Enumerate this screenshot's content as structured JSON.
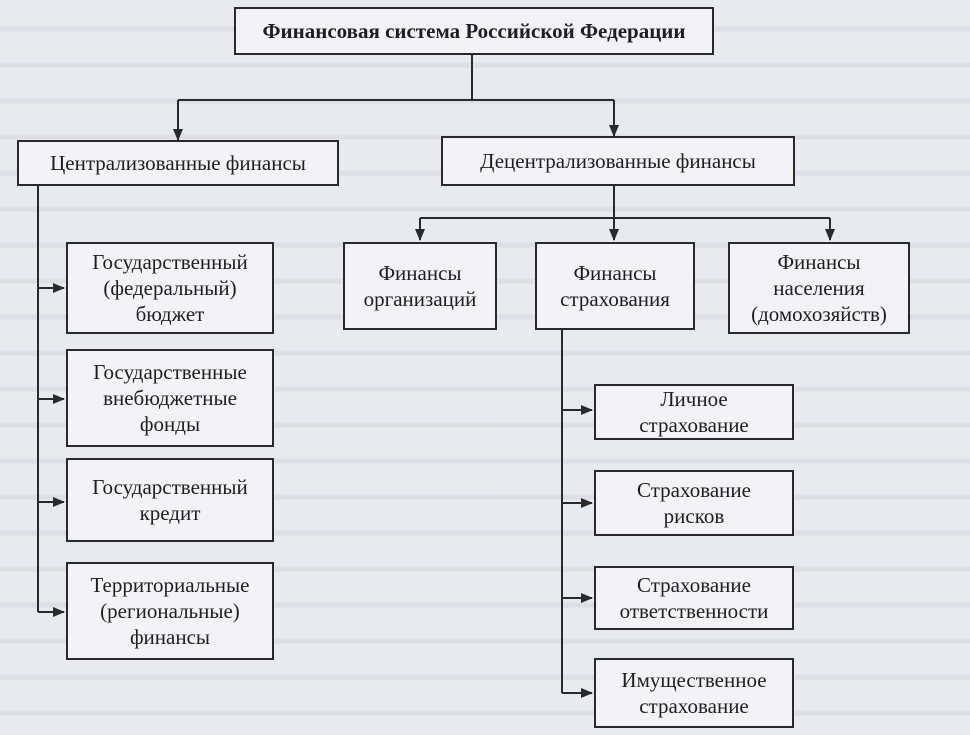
{
  "title": "Финансовая система Российской Федерации",
  "centralized": {
    "label": "Централизованные финансы",
    "items": [
      "Государственный\n(федеральный)\nбюджет",
      "Государственные\nвнебюджетные\nфонды",
      "Государственный\nкредит",
      "Территориальные\n(региональные)\nфинансы"
    ]
  },
  "decentralized": {
    "label": "Децентрализованные  финансы",
    "items": [
      "Финансы\nорганизаций",
      "Финансы\nстрахования",
      "Финансы\nнаселения\n(домохозяйств)"
    ]
  },
  "insurance": {
    "items": [
      "Личное\nстрахование",
      "Страхование\nрисков",
      "Страхование\nответственности",
      "Имущественное\nстрахование"
    ]
  }
}
